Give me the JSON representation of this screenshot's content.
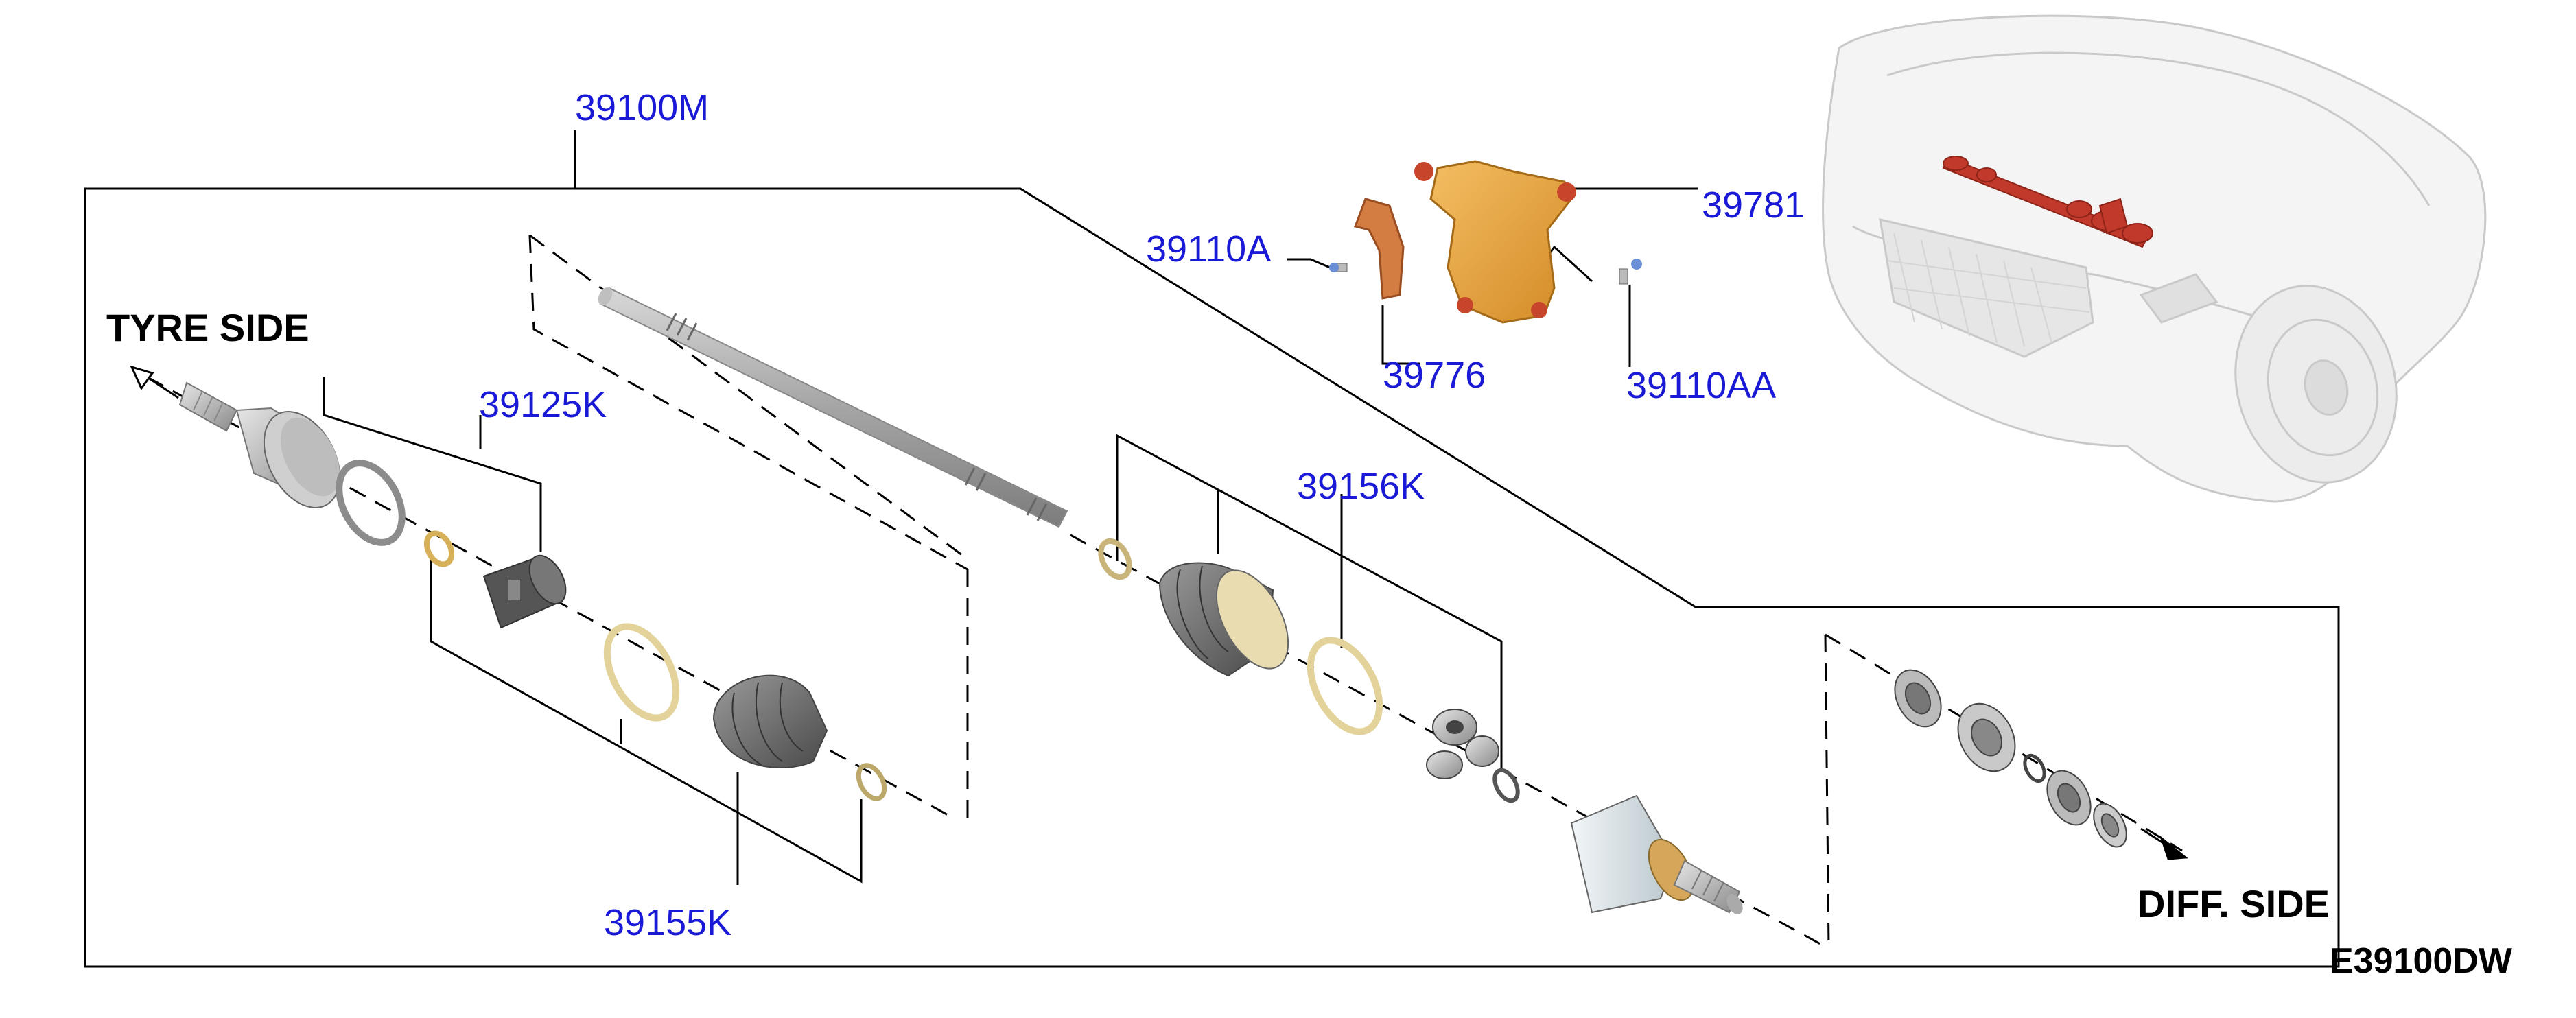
{
  "labels": {
    "p39100M": "39100M",
    "p39110A": "39110A",
    "p39781": "39781",
    "p39776": "39776",
    "p39110AA": "39110AA",
    "p39125K": "39125K",
    "p39156K": "39156K",
    "p39155K": "39155K"
  },
  "side_labels": {
    "tyre": "TYRE SIDE",
    "diff": "DIFF. SIDE"
  },
  "diagram_code": "E39100DW",
  "colors": {
    "callout": "#1a1ad6",
    "bracket_orange": "#e8a23c",
    "bracket_red": "#c7452b",
    "highlight_shaft": "#c0392b",
    "part_gray": "#9a9a9a",
    "ring_tan": "#e8dcb0"
  }
}
